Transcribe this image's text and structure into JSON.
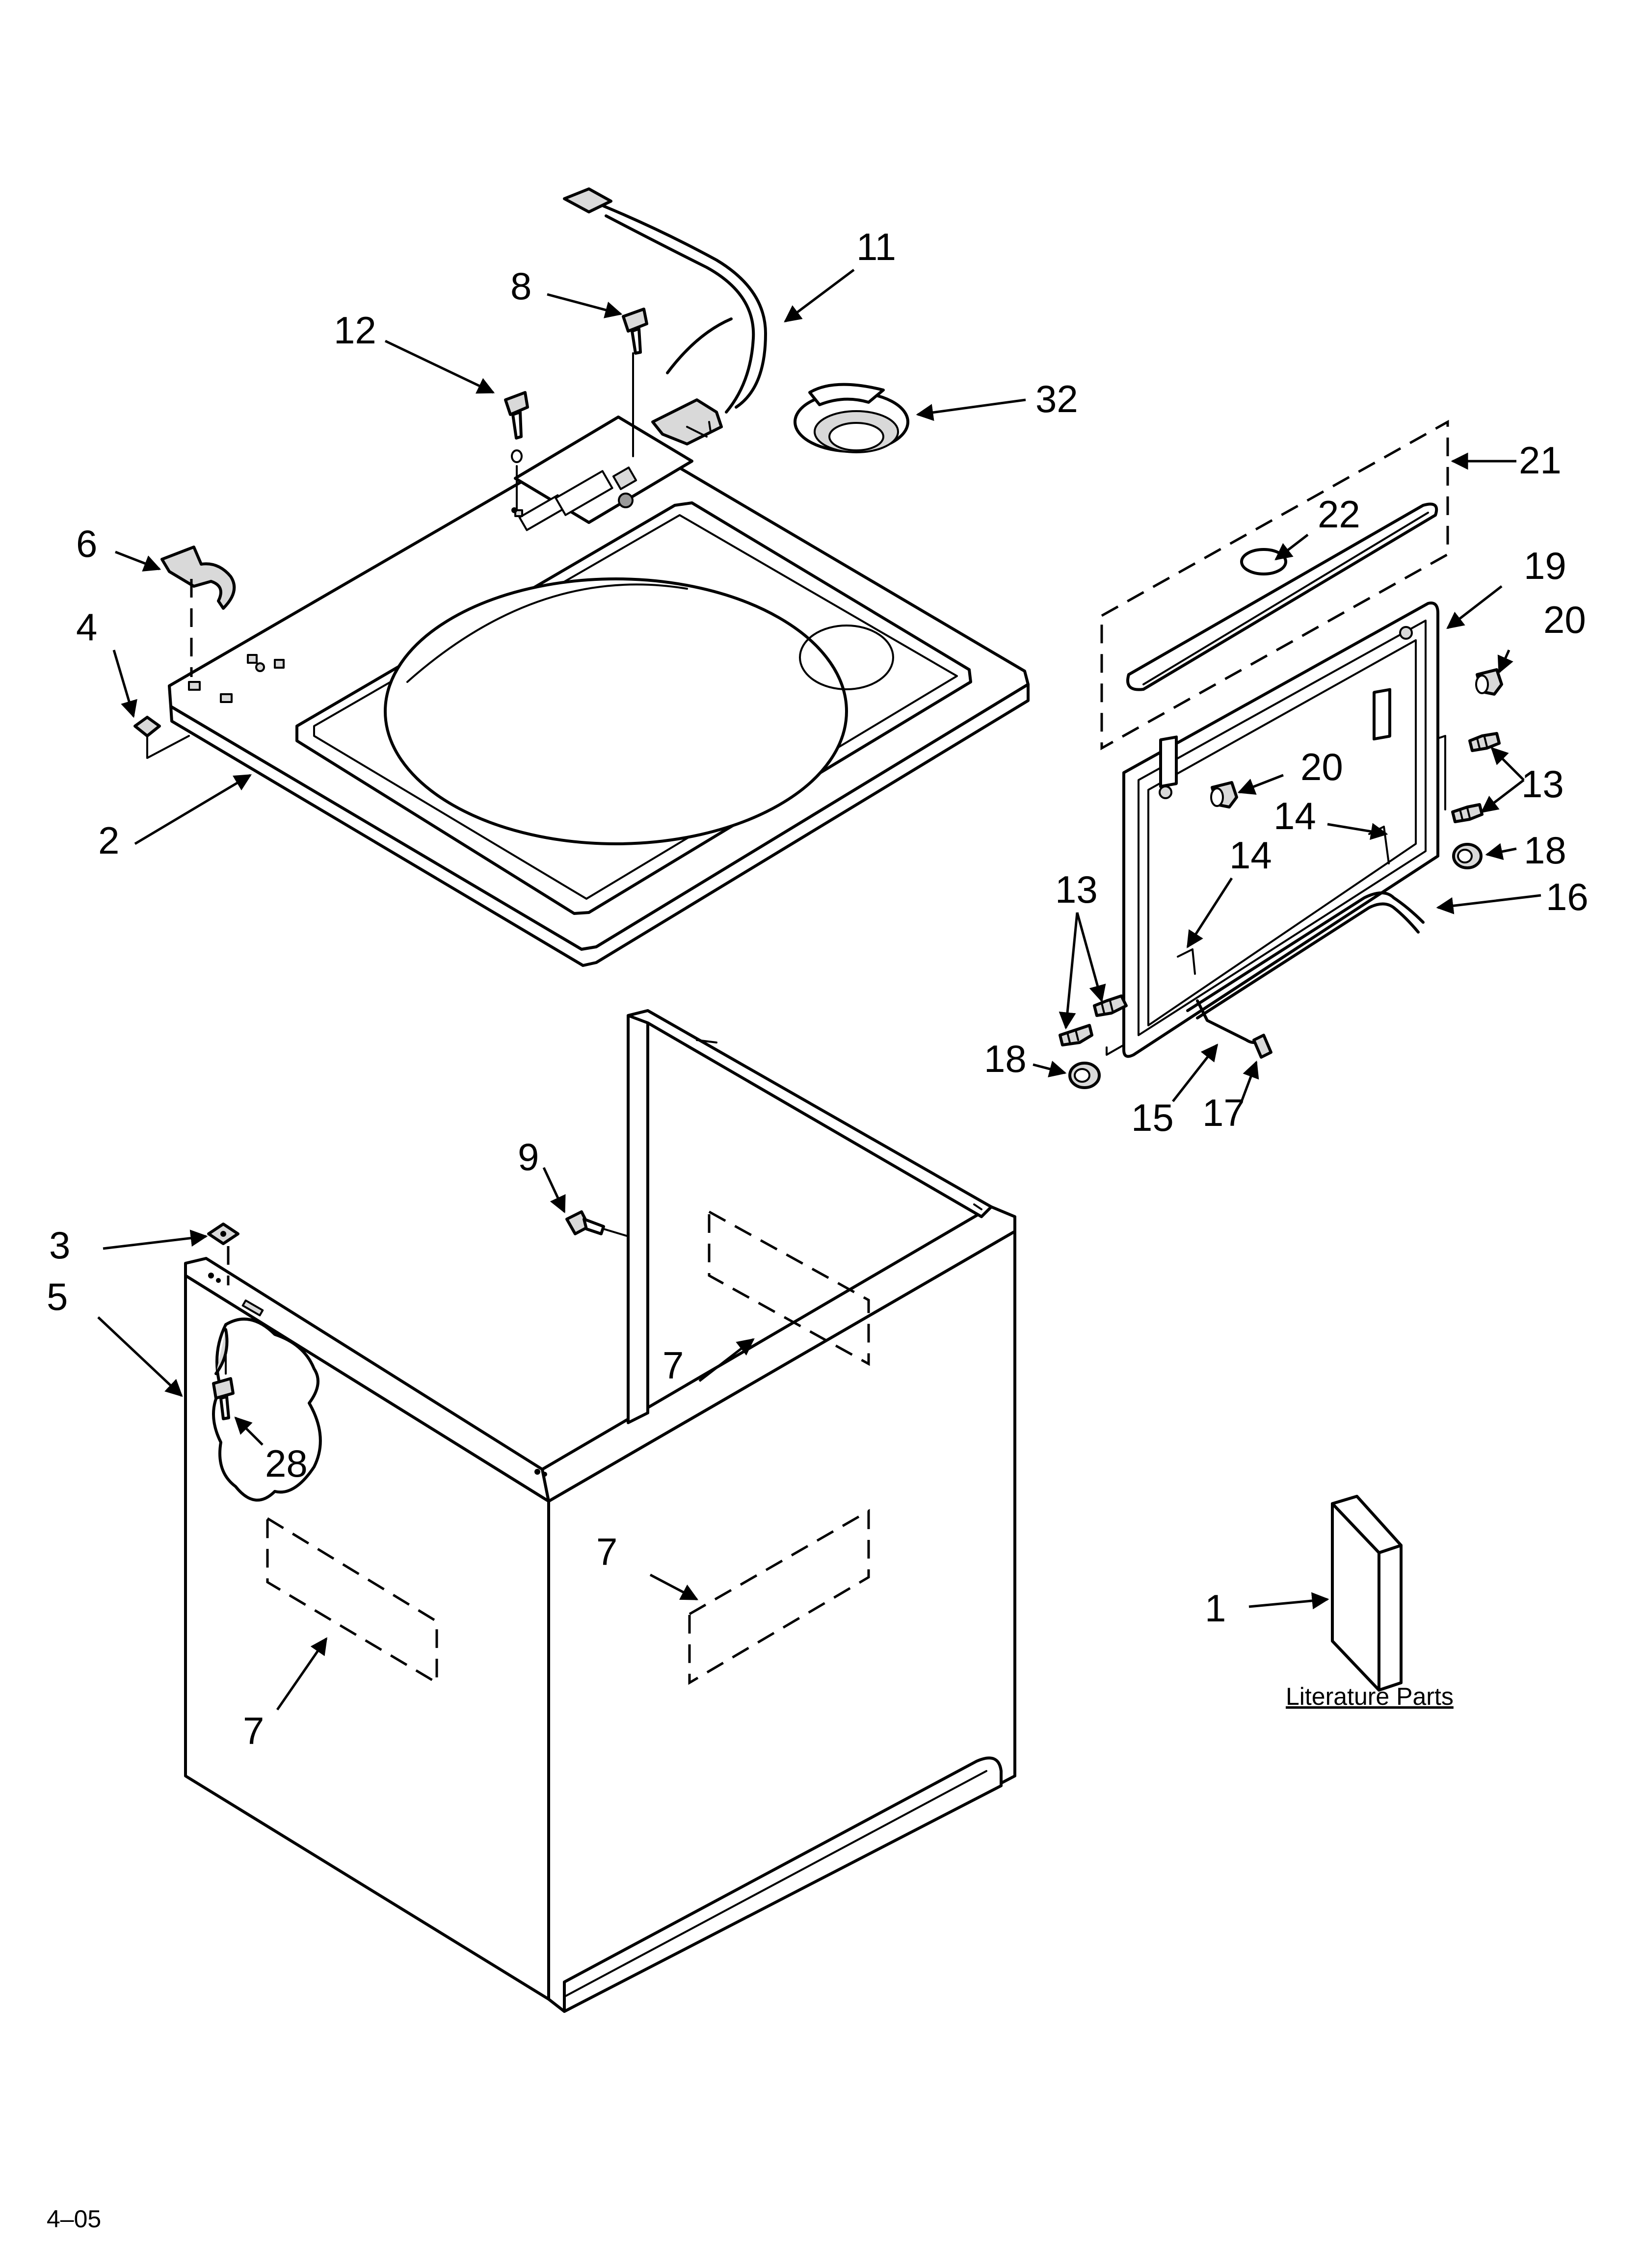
{
  "callouts": {
    "c1": "1",
    "c2": "2",
    "c3": "3",
    "c4": "4",
    "c5": "5",
    "c6": "6",
    "c7a": "7",
    "c7b": "7",
    "c7c": "7",
    "c8": "8",
    "c9": "9",
    "c11": "11",
    "c12": "12",
    "c13a": "13",
    "c13b": "13",
    "c14a": "14",
    "c14b": "14",
    "c15": "15",
    "c16": "16",
    "c17": "17",
    "c18a": "18",
    "c18b": "18",
    "c19": "19",
    "c20a": "20",
    "c20b": "20",
    "c21": "21",
    "c22": "22",
    "c28": "28",
    "c32": "32"
  },
  "literature_label": "Literature Parts",
  "footer_code": "4–05"
}
